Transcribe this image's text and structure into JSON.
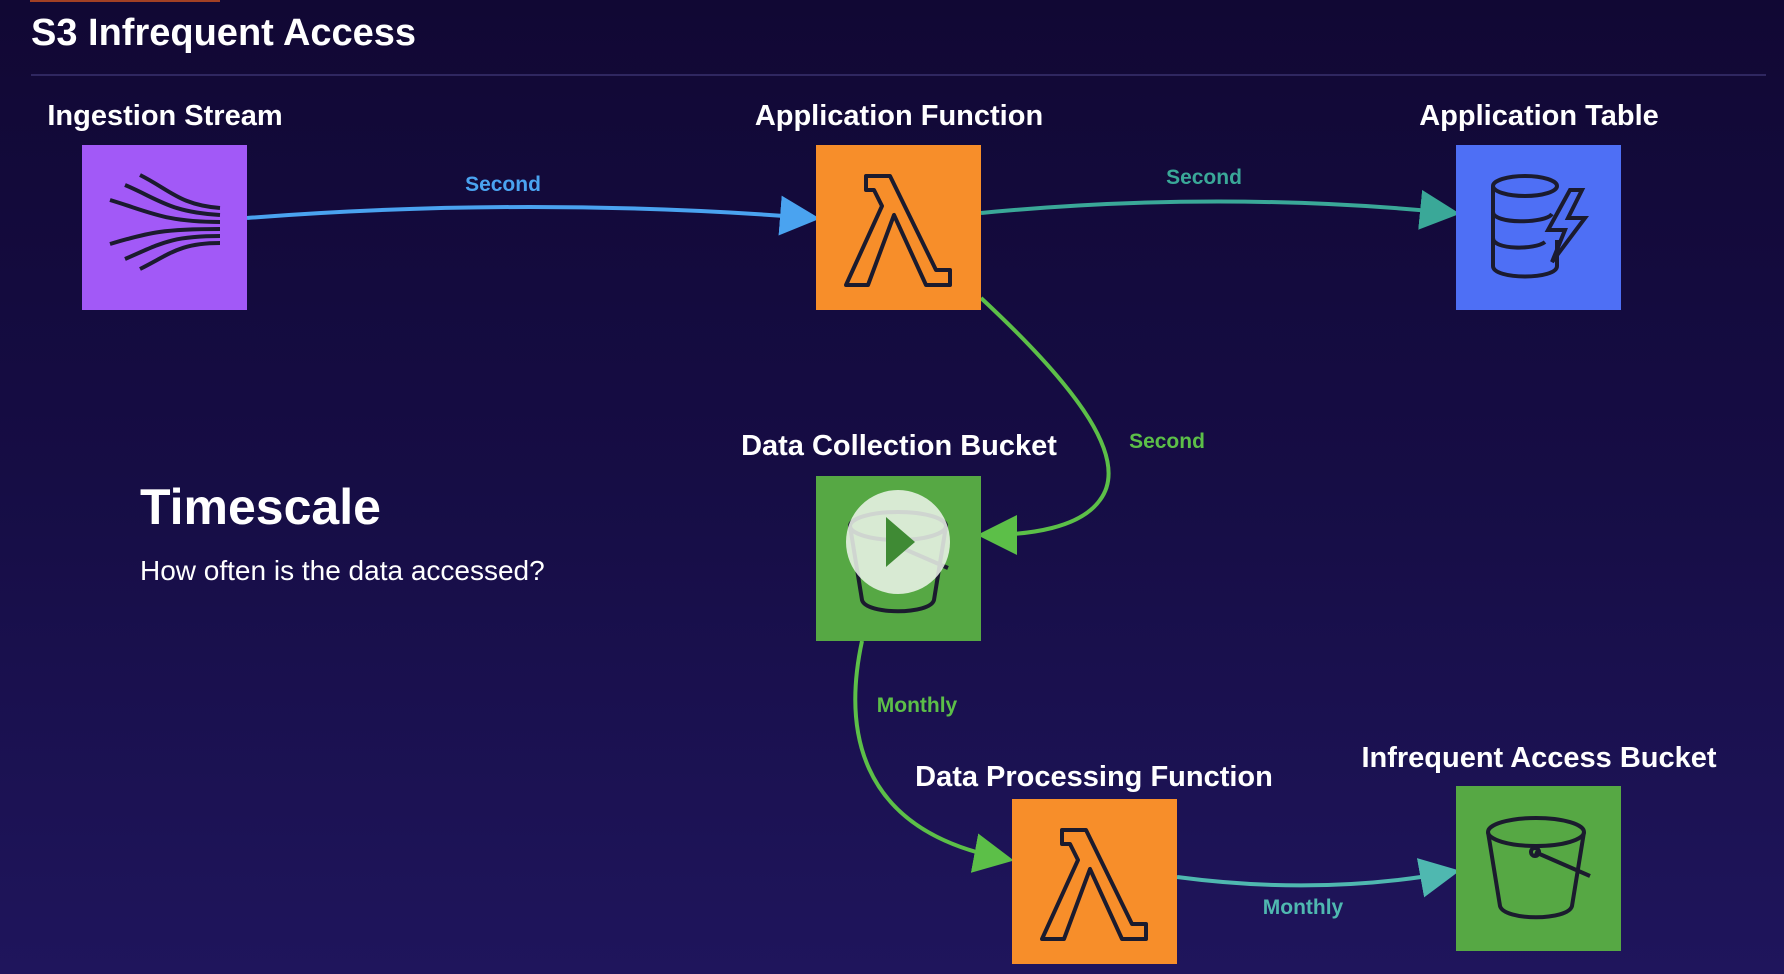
{
  "slide": {
    "title": "S3 Infrequent Access",
    "timescale_heading": "Timescale",
    "timescale_question": "How often is the data accessed?"
  },
  "nodes": [
    {
      "label": "Ingestion Stream",
      "icon": "kinesis-stream-icon",
      "color": "#a259f7"
    },
    {
      "label": "Application Function",
      "icon": "lambda-icon",
      "color": "#f78e2a"
    },
    {
      "label": "Application Table",
      "icon": "dynamodb-icon",
      "color": "#4e6ff5"
    },
    {
      "label": "Data Collection Bucket",
      "icon": "s3-bucket-icon",
      "color": "#56a844"
    },
    {
      "label": "Data Processing Function",
      "icon": "lambda-icon",
      "color": "#f78e2a"
    },
    {
      "label": "Infrequent Access Bucket",
      "icon": "s3-bucket-icon",
      "color": "#56a844"
    }
  ],
  "edges": [
    {
      "label": "Second",
      "color": "#4aa3f0"
    },
    {
      "label": "Second",
      "color": "#3aa898"
    },
    {
      "label": "Second",
      "color": "#5cbf48"
    },
    {
      "label": "Monthly",
      "color": "#5cbf48"
    },
    {
      "label": "Monthly",
      "color": "#4fb8b0"
    }
  ],
  "video": {
    "play_icon": "play-icon"
  }
}
